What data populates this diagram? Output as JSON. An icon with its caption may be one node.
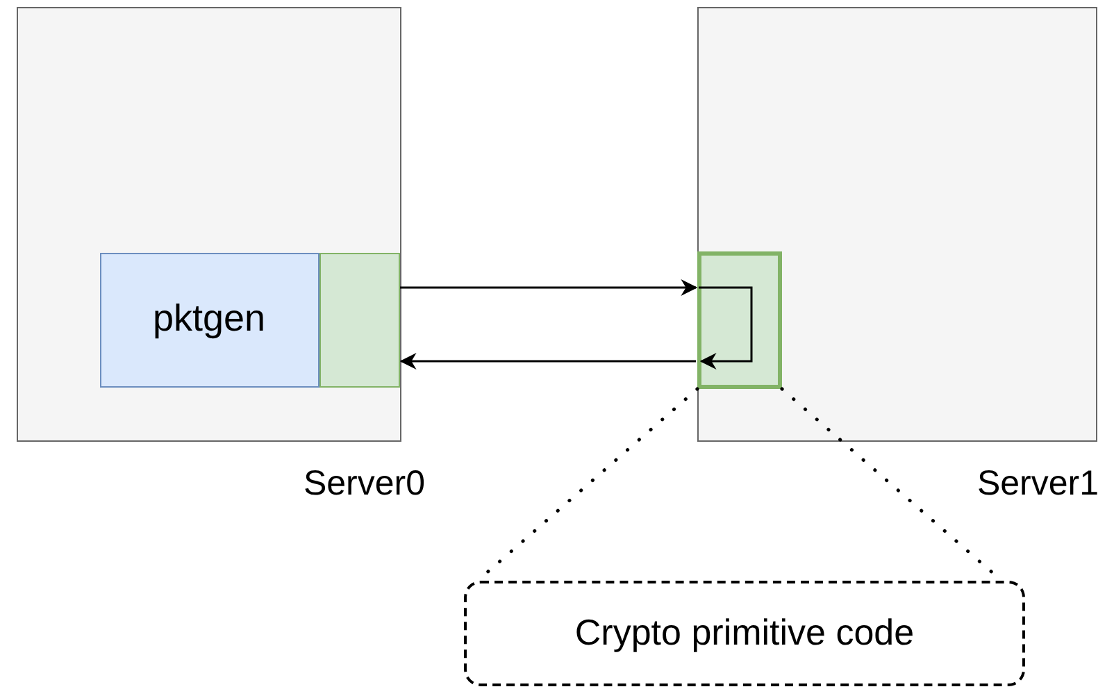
{
  "diagram": {
    "nodes": [
      {
        "text": [
          "Server0"
        ]
      },
      {
        "text": [
          "pktgen"
        ],
        "in": 0
      },
      {
        "text": [],
        "shape": "box",
        "in": 0
      },
      {
        "text": [
          "Server1"
        ]
      },
      {
        "text": [],
        "shape": "box",
        "in": 3
      },
      {
        "text": [
          "Crypto primitive code"
        ]
      }
    ],
    "edges": [
      {
        "from": 2,
        "to": 4,
        "arrow": "to"
      },
      {
        "from": 4,
        "to": 4,
        "arrow": "to"
      },
      {
        "from": 4,
        "to": 2,
        "arrow": "to"
      },
      {
        "from": 4,
        "to": 5,
        "arrow": "none",
        "style": "dashed"
      },
      {
        "from": 4,
        "to": 5,
        "arrow": "none",
        "style": "dashed"
      }
    ]
  }
}
